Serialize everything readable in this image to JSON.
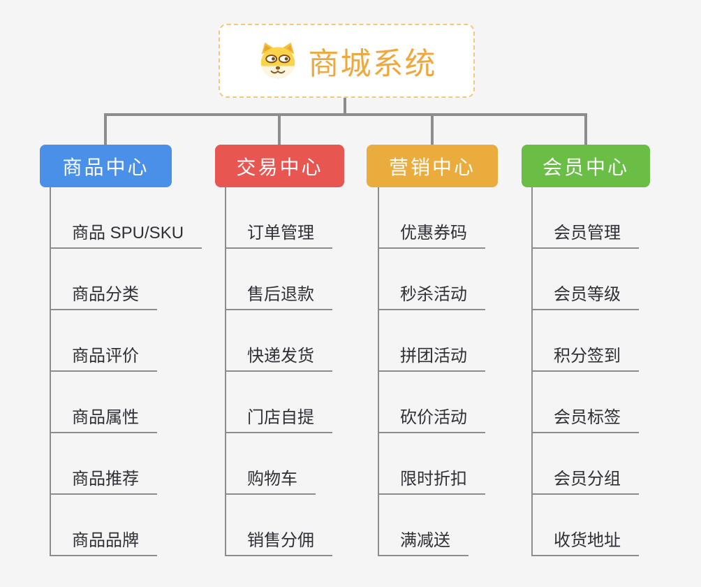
{
  "background_color": "#F5F5F6",
  "connector_color": "#8D8D8D",
  "root": {
    "title": "商城系统",
    "icon": "dog-face-icon",
    "text_color": "#F0A83E",
    "border_color": "#F3C878",
    "fill_color": "#FFFFFF"
  },
  "branches": [
    {
      "label": "商品中心",
      "color": "#4A90E9",
      "children": [
        "商品 SPU/SKU",
        "商品分类",
        "商品评价",
        "商品属性",
        "商品推荐",
        "商品品牌"
      ]
    },
    {
      "label": "交易中心",
      "color": "#E85652",
      "children": [
        "订单管理",
        "售后退款",
        "快递发货",
        "门店自提",
        "购物车",
        "销售分佣"
      ]
    },
    {
      "label": "营销中心",
      "color": "#EBAC3E",
      "children": [
        "优惠券码",
        "秒杀活动",
        "拼团活动",
        "砍价活动",
        "限时折扣",
        "满减送"
      ]
    },
    {
      "label": "会员中心",
      "color": "#6ABD45",
      "children": [
        "会员管理",
        "会员等级",
        "积分签到",
        "会员标签",
        "会员分组",
        "收货地址"
      ]
    }
  ]
}
